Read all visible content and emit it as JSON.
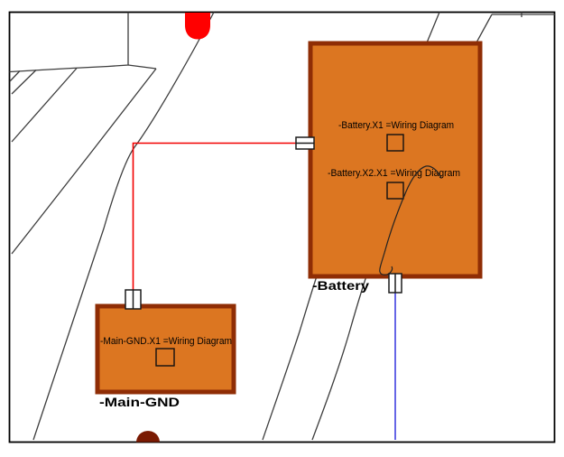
{
  "view": {
    "type": "wiring-harness-topology-diagram",
    "background": "#ffffff"
  },
  "colors": {
    "frame": "#000000",
    "contour": "#3d3d3d",
    "component_fill": "#dc7621",
    "component_border": "#8f2d05",
    "pin_square_stroke": "#111111",
    "connector_fill": "#ffffff",
    "connector_stroke": "#1a1a1a",
    "wire_red": "#f20000",
    "wire_blue": "#4040e0",
    "cap_red": "#ff0000",
    "cap_dark": "#7a1a02",
    "text": "#000000"
  },
  "components": {
    "battery": {
      "label": "-Battery",
      "pins": [
        {
          "label": "-Battery.X1 =Wiring Diagram"
        },
        {
          "label": "-Battery.X2.X1 =Wiring Diagram"
        }
      ]
    },
    "main_gnd": {
      "label": "-Main-GND",
      "pins": [
        {
          "label": "-Main-GND.X1 =Wiring Diagram"
        }
      ]
    }
  },
  "wires": [
    {
      "name": "red-wire",
      "color": "#f20000",
      "from": "-Battery.X1",
      "to": "-Main-GND.X1"
    },
    {
      "name": "blue-wire",
      "color": "#4040e0",
      "from": "-Battery.X2.X1",
      "to": "bottom-edge"
    }
  ]
}
